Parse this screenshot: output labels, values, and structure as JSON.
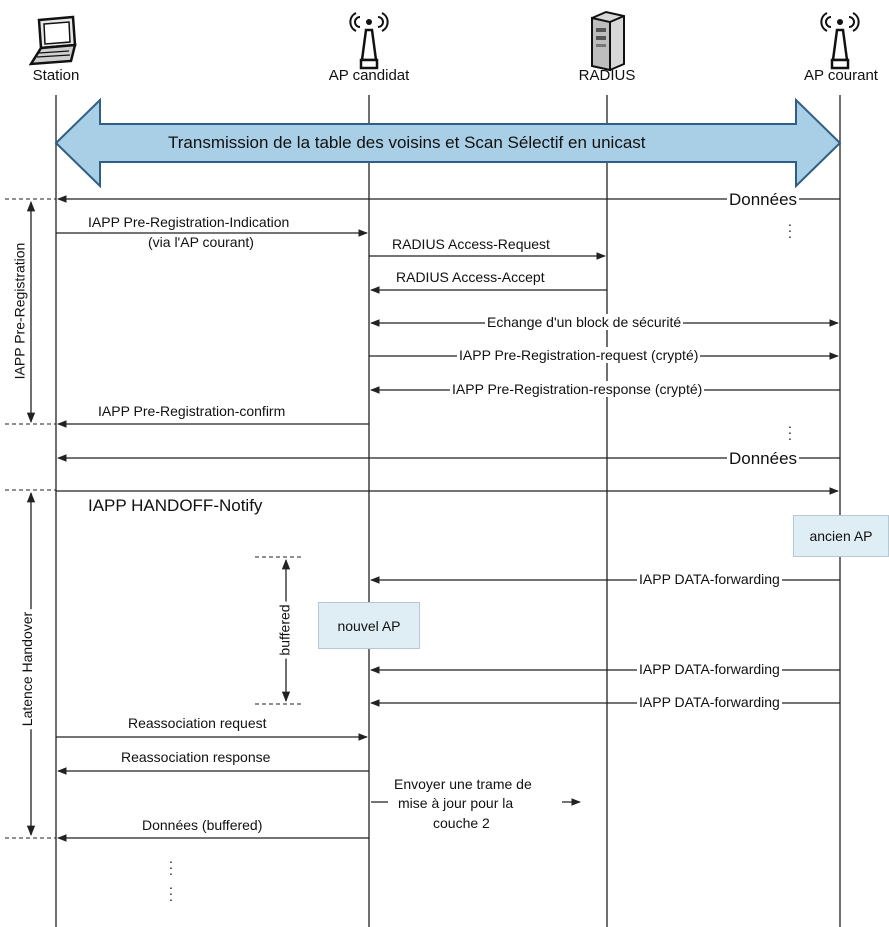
{
  "actors": [
    {
      "id": "station",
      "label": "Station",
      "icon": "laptop-icon"
    },
    {
      "id": "ap_candidat",
      "label": "AP candidat",
      "icon": "antenna-icon"
    },
    {
      "id": "radius",
      "label": "RADIUS",
      "icon": "server-icon"
    },
    {
      "id": "ap_courant",
      "label": "AP courant",
      "icon": "antenna-icon"
    }
  ],
  "banner": "Transmission de la table des voisins et Scan Sélectif en unicast",
  "phases": {
    "pre_registration": "IAPP Pre-Registration",
    "handover": "Latence Handover",
    "buffered": "buffered"
  },
  "messages": {
    "donnees_1": "Données",
    "pre_reg_indication": "IAPP Pre-Registration-Indication",
    "pre_reg_indication_note": "(via l'AP courant)",
    "radius_request": "RADIUS Access-Request",
    "radius_accept": "RADIUS Access-Accept",
    "echange_securite": "Echange d'un block de sécurité",
    "pre_reg_request": "IAPP Pre-Registration-request (crypté)",
    "pre_reg_response": "IAPP Pre-Registration-response (crypté)",
    "pre_reg_confirm": "IAPP Pre-Registration-confirm",
    "donnees_2": "Données",
    "handoff_notify": "IAPP HANDOFF-Notify",
    "data_fwd_1": "IAPP DATA-forwarding",
    "data_fwd_2": "IAPP DATA-forwarding",
    "data_fwd_3": "IAPP DATA-forwarding",
    "reassoc_request": "Reassociation request",
    "reassoc_response": "Reassociation response",
    "donnees_buffered": "Données (buffered)",
    "update_frame_l1": "Envoyer une trame de",
    "update_frame_l2": "mise à jour pour la",
    "update_frame_l3": "couche 2"
  },
  "boxes": {
    "ancien_ap": "ancien AP",
    "nouvel_ap": "nouvel AP"
  },
  "colors": {
    "banner_fill": "#a9cfe6",
    "banner_stroke": "#2f5f86",
    "box_fill": "#dfeef5",
    "line": "#222222"
  }
}
